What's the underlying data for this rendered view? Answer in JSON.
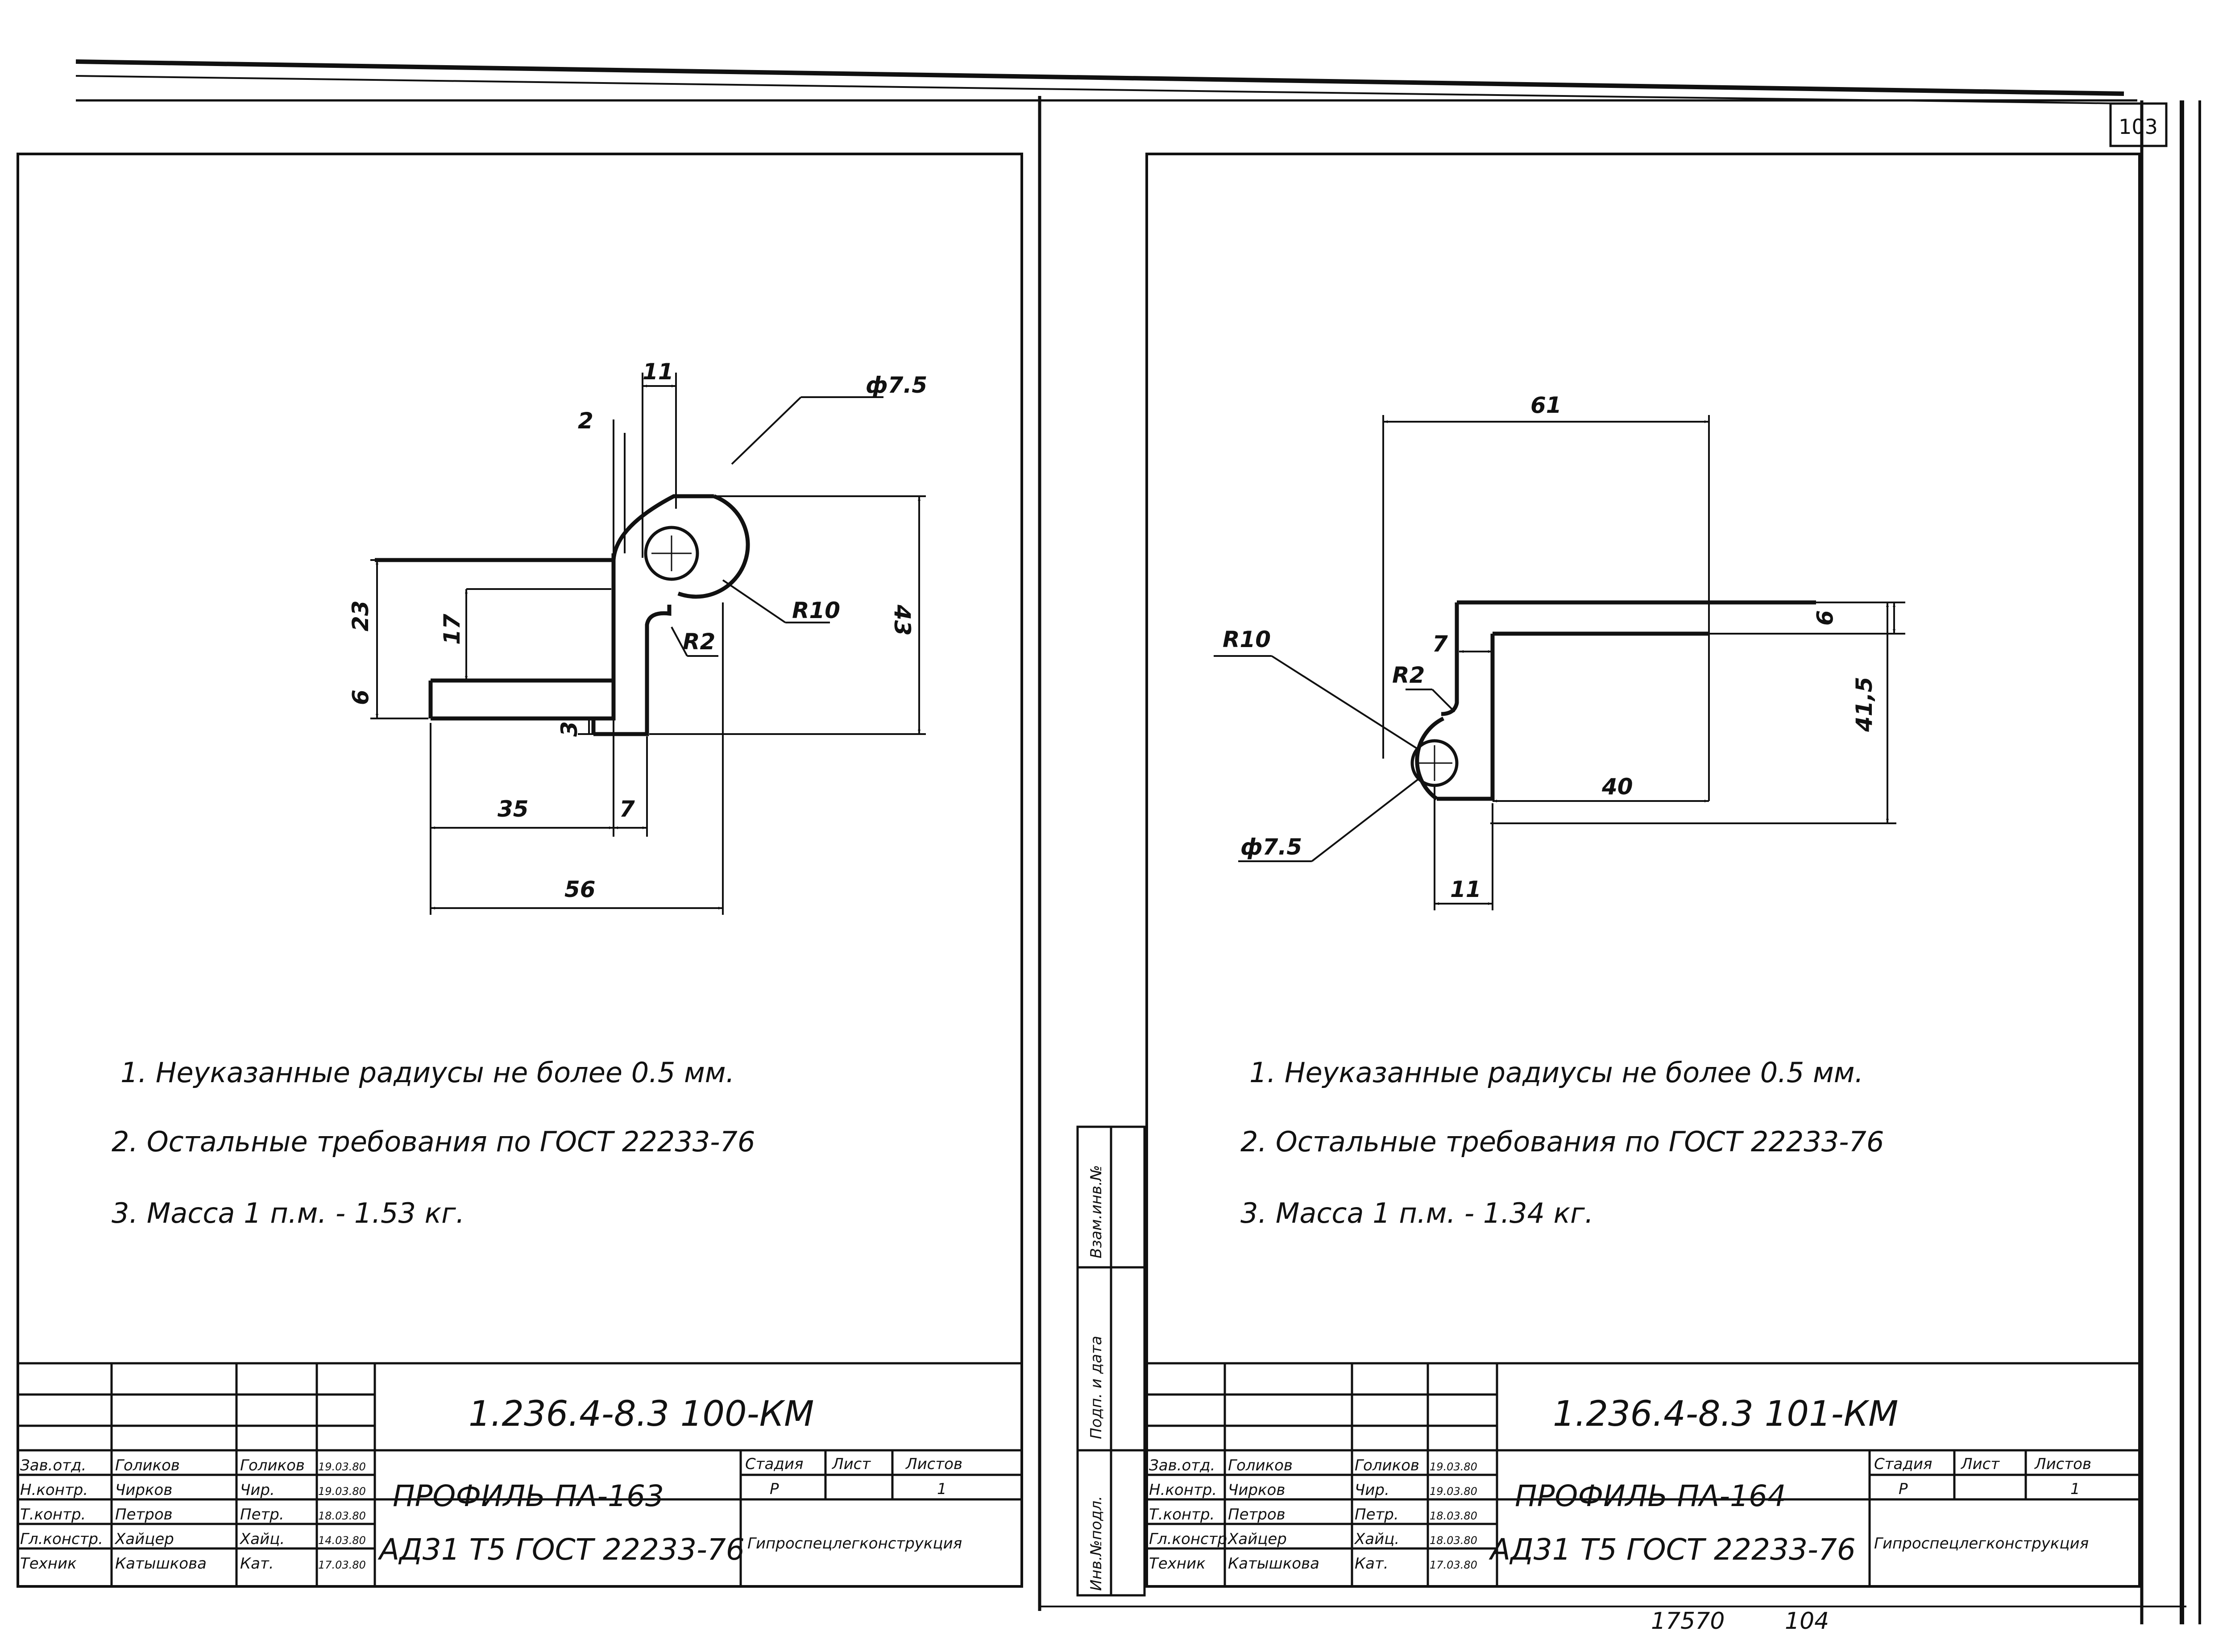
{
  "page_number": "103",
  "bottom_marks": {
    "left": "17570",
    "right": "104"
  },
  "side_stamp": {
    "vzam": "Взам.инв.№",
    "podp": "Подп. и дата",
    "inv": "Инв.№подл."
  },
  "sheets": [
    {
      "dims": {
        "w11": "11",
        "w2": "2",
        "dia": "ф7.5",
        "r10": "R10",
        "r2": "R2",
        "h23": "23",
        "h17": "17",
        "h43": "43",
        "h6": "6",
        "h3": "3",
        "w35": "35",
        "w7": "7",
        "w56": "56"
      },
      "notes": [
        "1. Неуказанные радиусы не более 0.5 мм.",
        "2. Остальные требования по ГОСТ 22233-76",
        "3. Масса 1 п.м. - 1.53 кг."
      ],
      "title_block": {
        "code": "1.236.4-8.3   100-КМ",
        "title": "ПРОФИЛЬ ПА-163",
        "material": "АД31 Т5 ГОСТ 22233-76",
        "org": "Гипроспецлегконструкция",
        "stage_h": "Стадия",
        "sheet_h": "Лист",
        "sheets_h": "Листов",
        "stage": "Р",
        "sheet": "",
        "sheets": "1",
        "rows": [
          {
            "role": "Зав.отд.",
            "name": "Голиков",
            "sign": "Голиков",
            "date": "19.03.80"
          },
          {
            "role": "Н.контр.",
            "name": "Чирков",
            "sign": "Чир.",
            "date": "19.03.80"
          },
          {
            "role": "Т.контр.",
            "name": "Петров",
            "sign": "Петр.",
            "date": "18.03.80"
          },
          {
            "role": "Гл.констр.",
            "name": "Хайцер",
            "sign": "Хайц.",
            "date": "14.03.80"
          },
          {
            "role": "Техник",
            "name": "Катышкова",
            "sign": "Кат.",
            "date": "17.03.80"
          }
        ]
      }
    },
    {
      "dims": {
        "w61": "61",
        "r10": "R10",
        "r2": "R2",
        "w7": "7",
        "h6": "6",
        "h415": "41,5",
        "w40": "40",
        "dia": "ф7.5",
        "w11": "11"
      },
      "notes": [
        "1. Неуказанные радиусы не более 0.5 мм.",
        "2. Остальные требования по ГОСТ 22233-76",
        "3. Масса 1 п.м. - 1.34 кг."
      ],
      "title_block": {
        "code": "1.236.4-8.3   101-КМ",
        "title": "ПРОФИЛЬ ПА-164",
        "material": "АД31 Т5 ГОСТ 22233-76",
        "org": "Гипроспецлегконструкция",
        "stage_h": "Стадия",
        "sheet_h": "Лист",
        "sheets_h": "Листов",
        "stage": "Р",
        "sheet": "",
        "sheets": "1",
        "rows": [
          {
            "role": "Зав.отд.",
            "name": "Голиков",
            "sign": "Голиков",
            "date": "19.03.80"
          },
          {
            "role": "Н.контр.",
            "name": "Чирков",
            "sign": "Чир.",
            "date": "19.03.80"
          },
          {
            "role": "Т.контр.",
            "name": "Петров",
            "sign": "Петр.",
            "date": "18.03.80"
          },
          {
            "role": "Гл.констр.",
            "name": "Хайцер",
            "sign": "Хайц.",
            "date": "18.03.80"
          },
          {
            "role": "Техник",
            "name": "Катышкова",
            "sign": "Кат.",
            "date": "17.03.80"
          }
        ]
      }
    }
  ]
}
